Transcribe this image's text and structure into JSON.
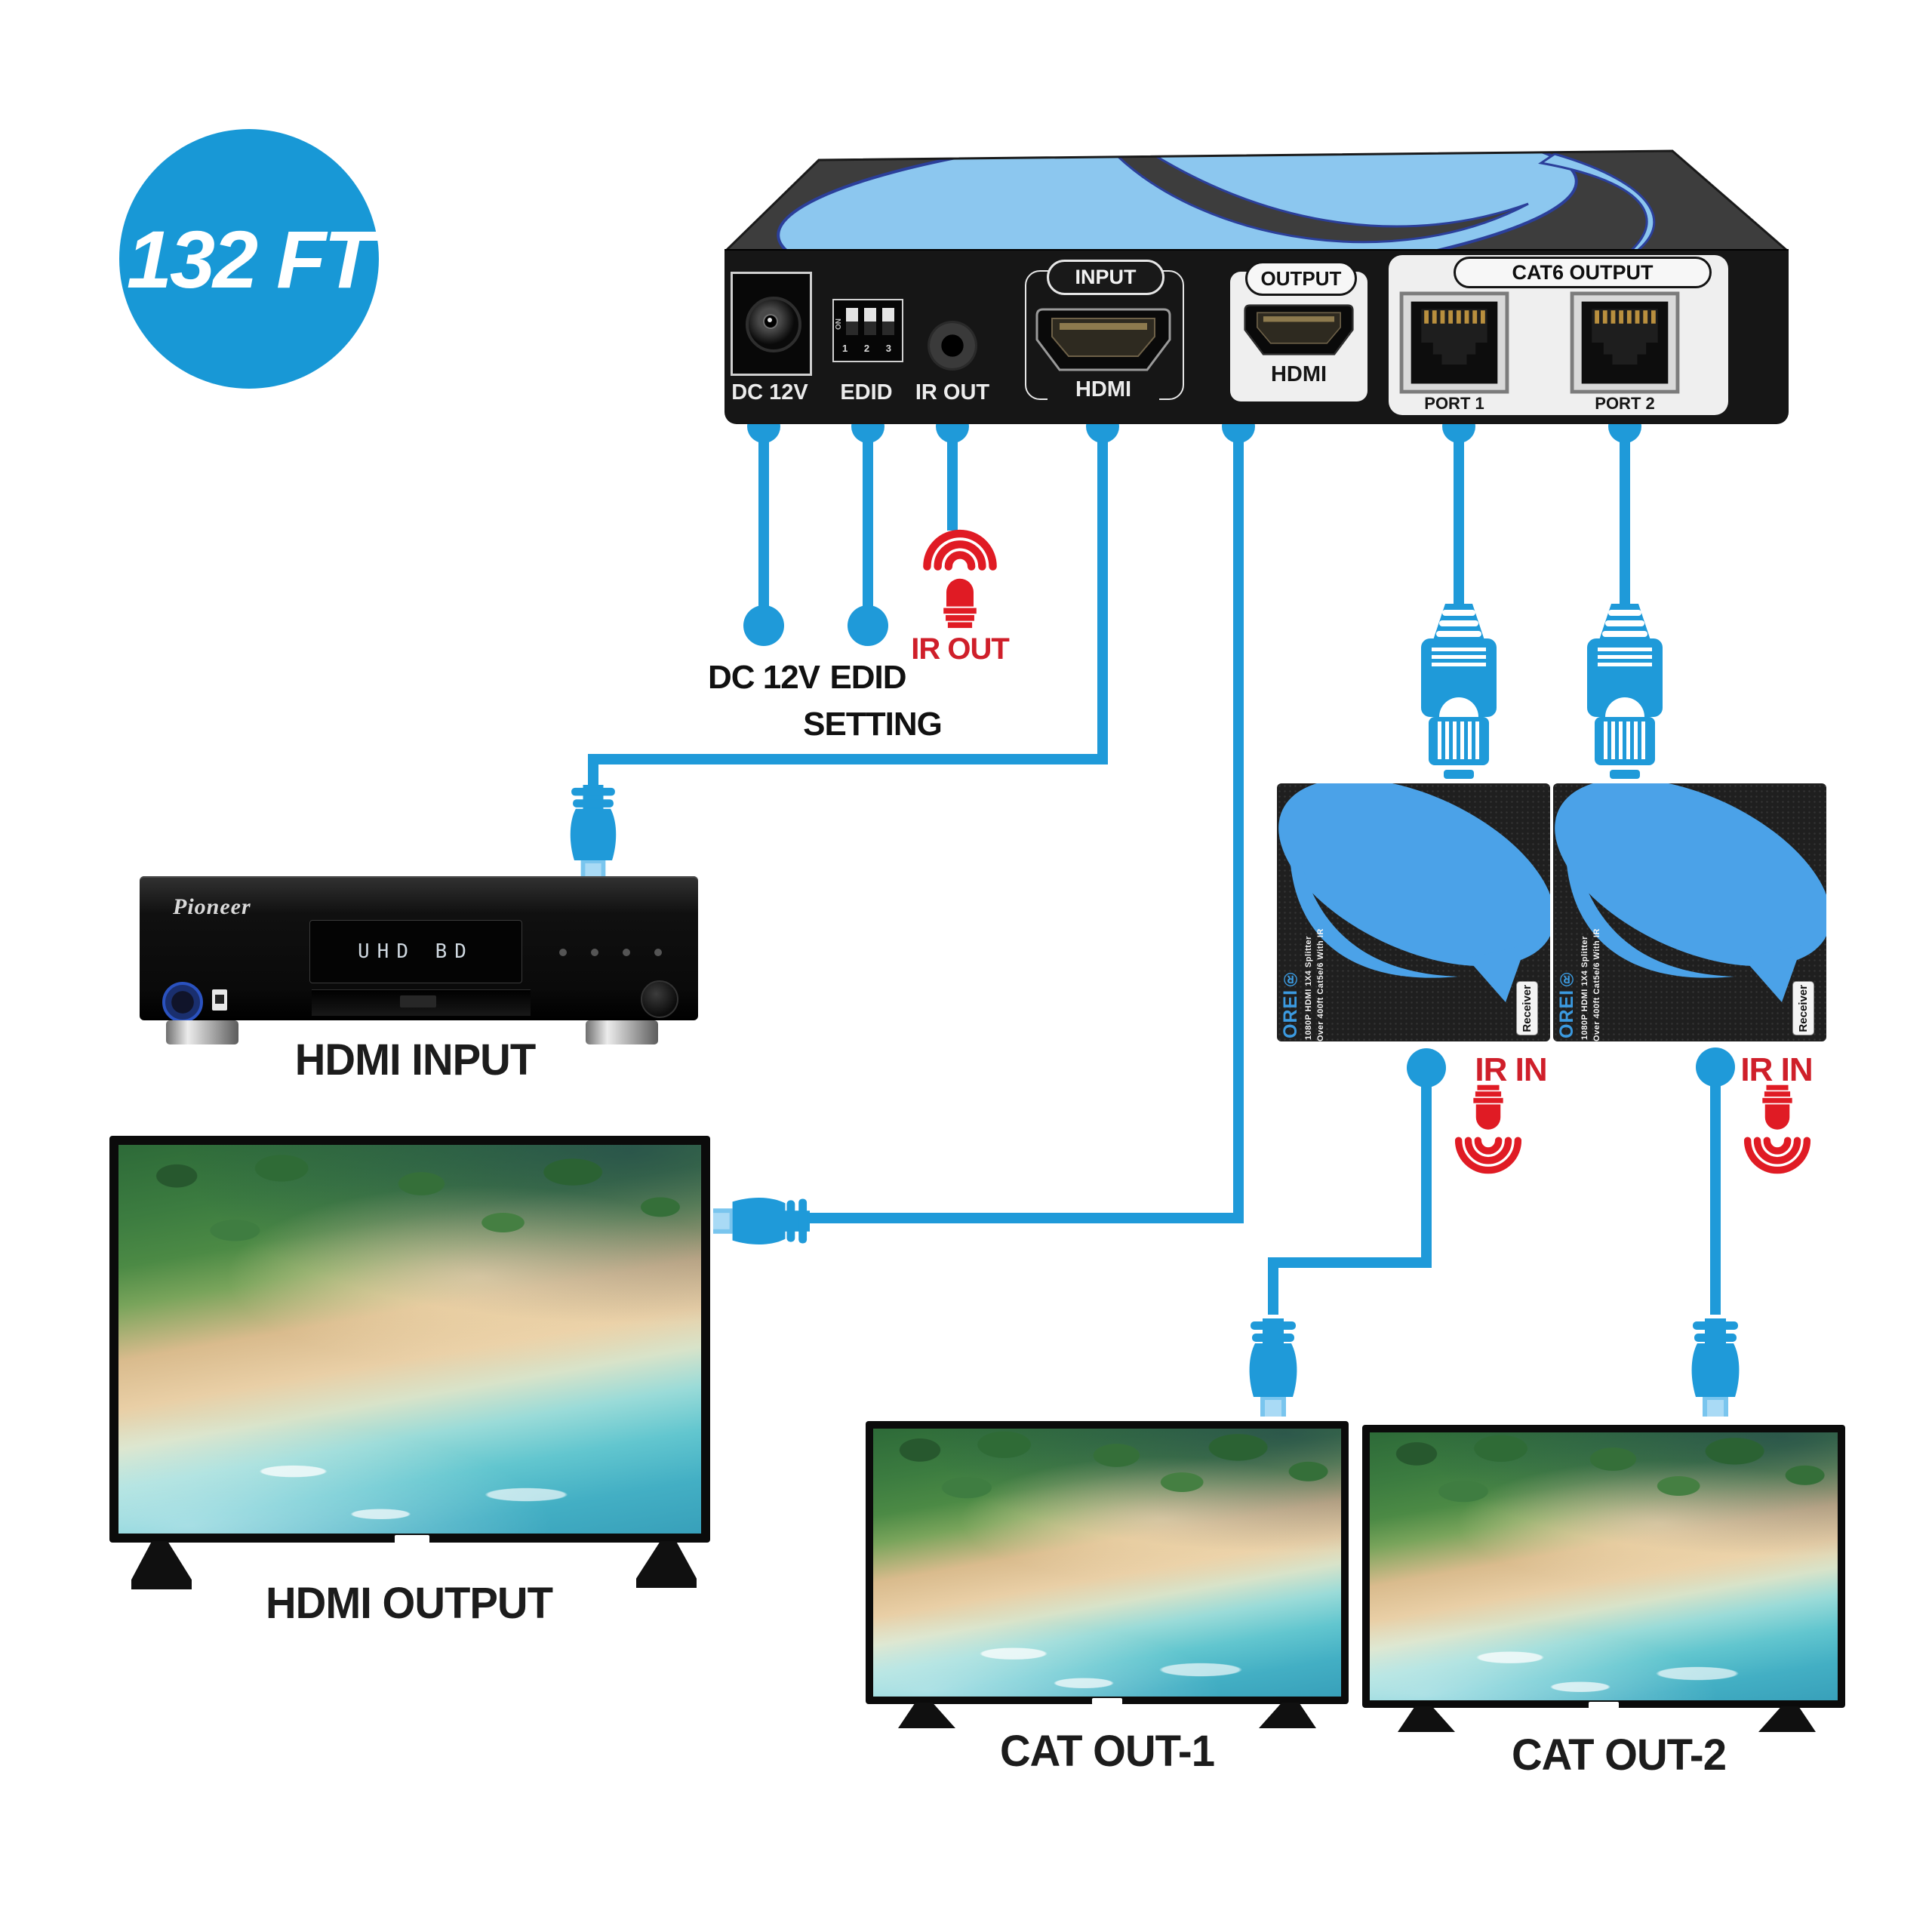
{
  "badge": {
    "label": "132 FT"
  },
  "panel": {
    "dc": "DC 12V",
    "edid": "EDID",
    "dip_on": "ON",
    "dip_numbers": "1 2 3",
    "ir": "IR OUT",
    "input_group": "INPUT",
    "input_port": "HDMI",
    "output_group": "OUTPUT",
    "output_port": "HDMI",
    "cat6_group": "CAT6 OUTPUT",
    "port1": "PORT 1",
    "port2": "PORT 2"
  },
  "callouts": {
    "dc": "DC 12V",
    "edid1": "EDID",
    "edid2": "SETTING",
    "ir_out": "IR OUT",
    "ir_in": "IR IN"
  },
  "player": {
    "brand": "Pioneer",
    "display": "UHD BD",
    "caption": "HDMI INPUT"
  },
  "tvs": {
    "main": "HDMI OUTPUT",
    "cat1": "CAT OUT-1",
    "cat2": "CAT OUT-2"
  },
  "receiver": {
    "brand": "OREI®",
    "spec1": "1080P HDMI 1X4 Splitter",
    "spec2": "Over 400ft Cat5e/6 With IR",
    "tag": "Receiver"
  },
  "colors": {
    "cable_blue": "#1f9ad9",
    "badge_blue": "#1898d6",
    "receiver_logo_blue": "#4ba2e8",
    "device_logo_blue": "#8cc7ef",
    "ir_red": "#e01b24",
    "ir_label_red": "#cf1f2a",
    "caption_black": "#1c1c1c"
  }
}
